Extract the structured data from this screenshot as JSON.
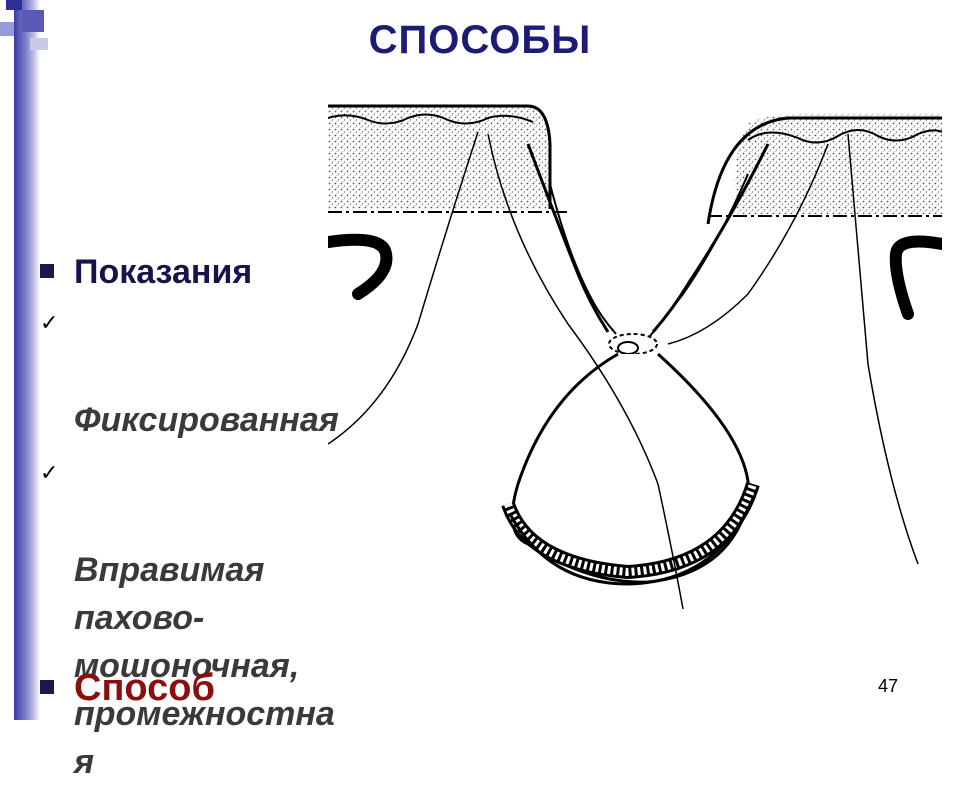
{
  "slide": {
    "title": "СПОСОБЫ",
    "page_number": "47",
    "accent_color": "#1c1c78",
    "bullets": [
      {
        "label": "Показания"
      }
    ],
    "checks": [
      {
        "label": "Фиксированная"
      },
      {
        "label": "Вправимая пахово-мошоночная, промежностная"
      }
    ],
    "check_display": [
      "Фиксированная",
      "Вправимая\nпахово-\nмошоночная,\nпромежностна\nя"
    ],
    "bottom_bullet": {
      "label": "Способ",
      "color": "#8a1010"
    },
    "illustration_icon": "hernia-sac-ligation-diagram"
  }
}
